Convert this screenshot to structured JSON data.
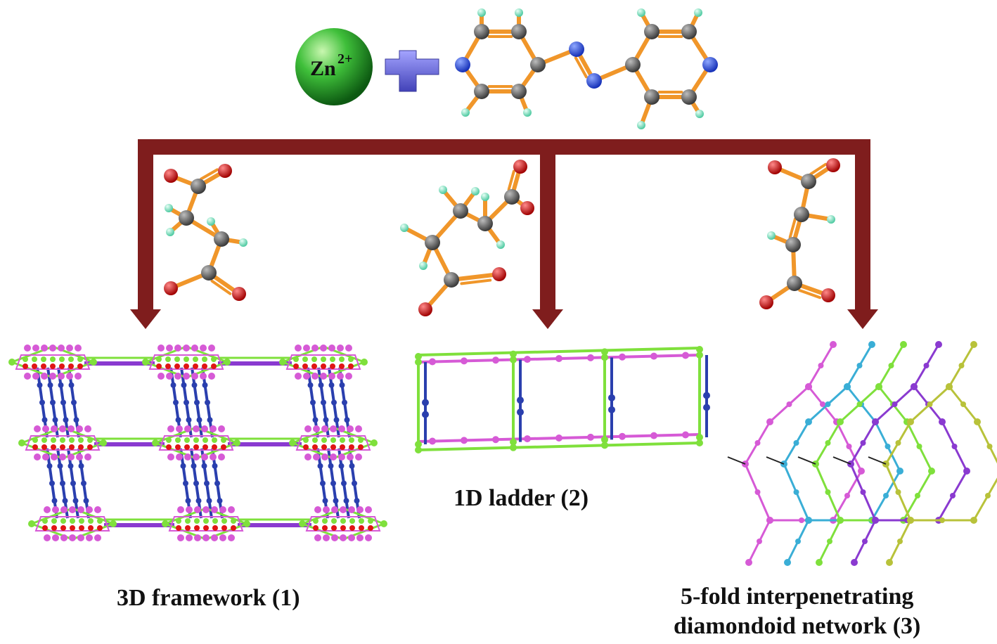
{
  "reactants": {
    "metal_ion": {
      "symbol": "Zn",
      "charge": "2+"
    },
    "plus_sign": "+"
  },
  "captions": {
    "framework": "3D framework (1)",
    "ladder": "1D ladder (2)",
    "network_line1": "5-fold interpenetrating",
    "network_line2": "diamondoid network (3)"
  },
  "colors": {
    "arrow": "#7f1d1d",
    "bond": "#f0962a",
    "carbon": "#6b6b6b",
    "nitrogen": "#2a54e6",
    "oxygen": "#e01515",
    "hydrogen": "#7fe0c0",
    "zinc": "#2fae2f",
    "plus": "#6a6ad8",
    "net_green": "#7fe03c",
    "net_magenta": "#d65ad6",
    "net_blue": "#2a3fae",
    "net_purple": "#8a3ad0",
    "net_cyan": "#3aaed6",
    "net_olive": "#b8c23a"
  }
}
